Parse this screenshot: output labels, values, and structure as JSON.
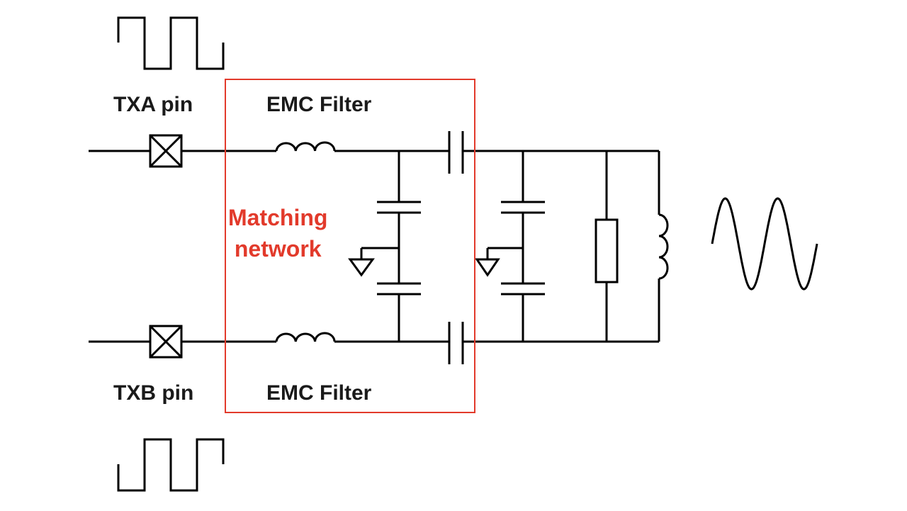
{
  "labels": {
    "txa_pin": "TXA pin",
    "txb_pin": "TXB pin",
    "emc_filter_top": "EMC Filter",
    "emc_filter_bottom": "EMC Filter",
    "matching_line1": "Matching",
    "matching_line2": "network"
  },
  "colors": {
    "wire": "#000000",
    "highlight": "#e23a2b"
  },
  "icons": {
    "pin_symbol": "crossed-box-icon",
    "ground_symbol": "ground-triangle-icon",
    "square_wave": "square-wave-icon",
    "sine_wave": "sine-wave-icon"
  }
}
